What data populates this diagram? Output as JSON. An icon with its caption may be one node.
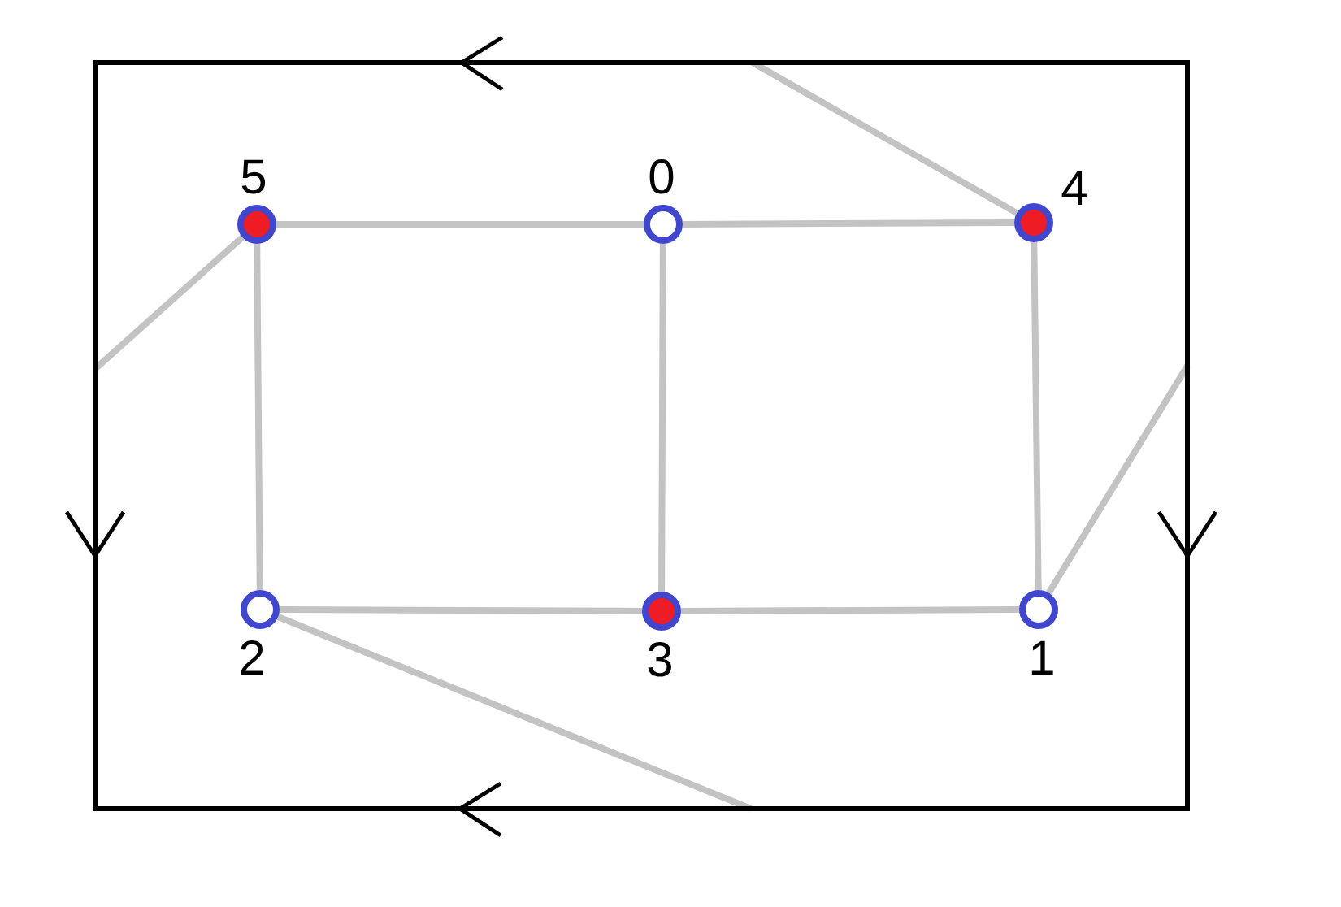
{
  "diagram": {
    "nodes": [
      {
        "text": [],
        "shape": "box"
      },
      {
        "text": [
          "5"
        ],
        "in": 0
      },
      {
        "text": [
          "0"
        ],
        "in": 0
      },
      {
        "text": [
          "4"
        ],
        "in": 0
      },
      {
        "text": [
          "2"
        ],
        "in": 0
      },
      {
        "text": [
          "3"
        ],
        "in": 0
      },
      {
        "text": [
          "1"
        ],
        "in": 0
      }
    ],
    "edges": [
      {
        "from": 1,
        "to": 2,
        "arrow": "none"
      },
      {
        "from": 2,
        "to": 3,
        "arrow": "none"
      },
      {
        "from": 1,
        "to": 4,
        "arrow": "none"
      },
      {
        "from": 2,
        "to": 5,
        "arrow": "none"
      },
      {
        "from": 3,
        "to": 6,
        "arrow": "none"
      },
      {
        "from": 4,
        "to": 5,
        "arrow": "none"
      },
      {
        "from": 5,
        "to": 6,
        "arrow": "none"
      },
      {
        "from": 3,
        "to": 0,
        "arrow": "none"
      },
      {
        "from": 1,
        "to": 0,
        "arrow": "none"
      },
      {
        "from": 6,
        "to": 0,
        "arrow": "none"
      },
      {
        "from": 4,
        "to": 0,
        "arrow": "none"
      }
    ]
  }
}
